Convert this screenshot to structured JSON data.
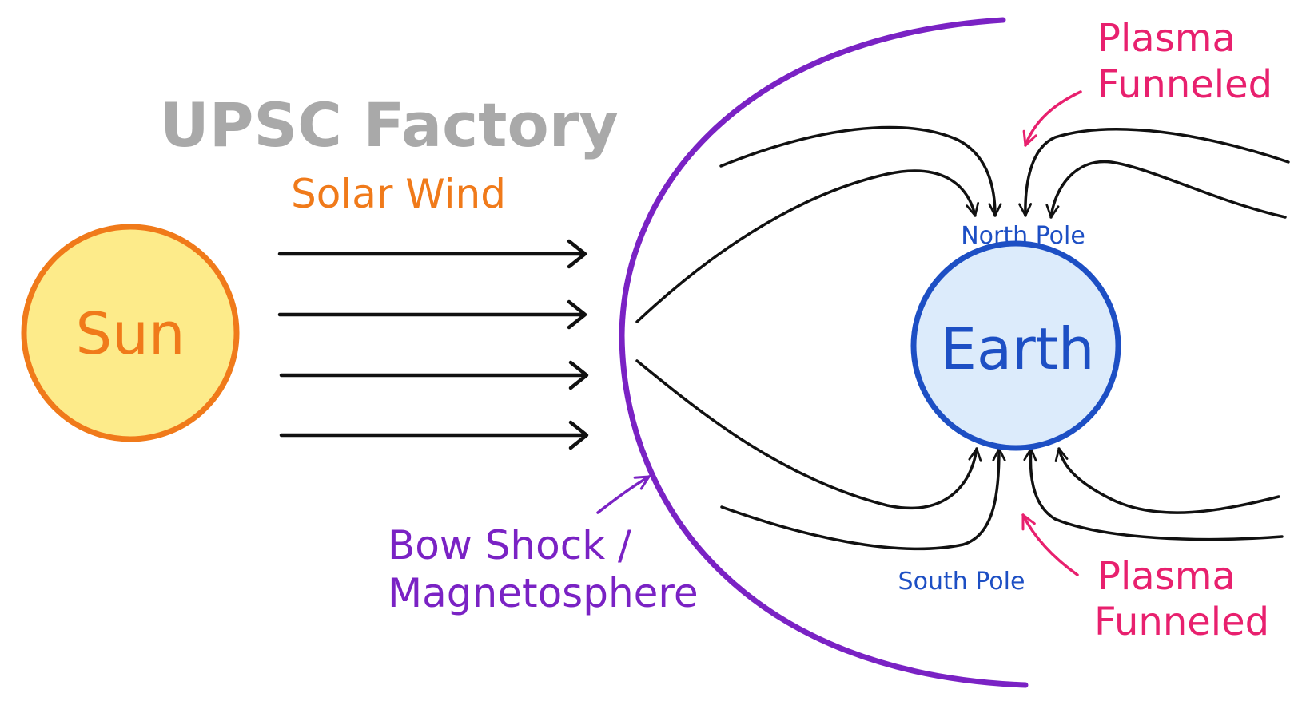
{
  "labels": {
    "watermark": "UPSC Factory",
    "sun": "Sun",
    "solar_wind": "Solar Wind",
    "earth": "Earth",
    "north_pole": "North Pole",
    "south_pole": "South Pole",
    "plasma_top_line1": "Plasma",
    "plasma_top_line2": "Funneled",
    "plasma_bottom_line1": "Plasma",
    "plasma_bottom_line2": "Funneled",
    "bow_line1": "Bow Shock /",
    "bow_line2": "Magnetosphere"
  },
  "colors": {
    "sun_fill": "#fdeb8a",
    "sun_stroke": "#f07a1a",
    "earth_fill": "#dcebfb",
    "earth_stroke": "#1d4fc4",
    "bow_shock": "#7a22c4",
    "plasma": "#e8206e",
    "field_lines": "#111111",
    "watermark": "#a9a9a9"
  }
}
